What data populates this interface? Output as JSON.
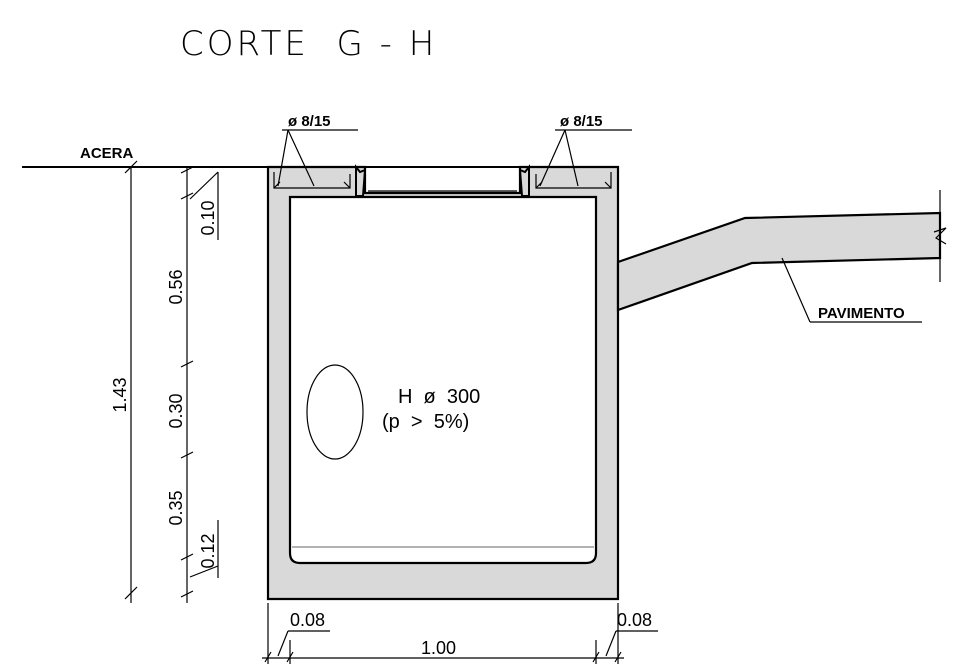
{
  "title": "CORTE  G - H",
  "labels": {
    "acera": "ACERA",
    "pavimento": "PAVIMENTO",
    "rebar_left": "ø 8/15",
    "rebar_right": "ø 8/15",
    "pipe_line1": "H  ø  300",
    "pipe_line2": "(p  >  5%)"
  },
  "dimensions": {
    "total_height": "1.43",
    "d1": "0.10",
    "d2": "0.56",
    "d3": "0.30",
    "d4": "0.35",
    "d5": "0.12",
    "wall_left": "0.08",
    "wall_right": "0.08",
    "width": "1.00"
  }
}
